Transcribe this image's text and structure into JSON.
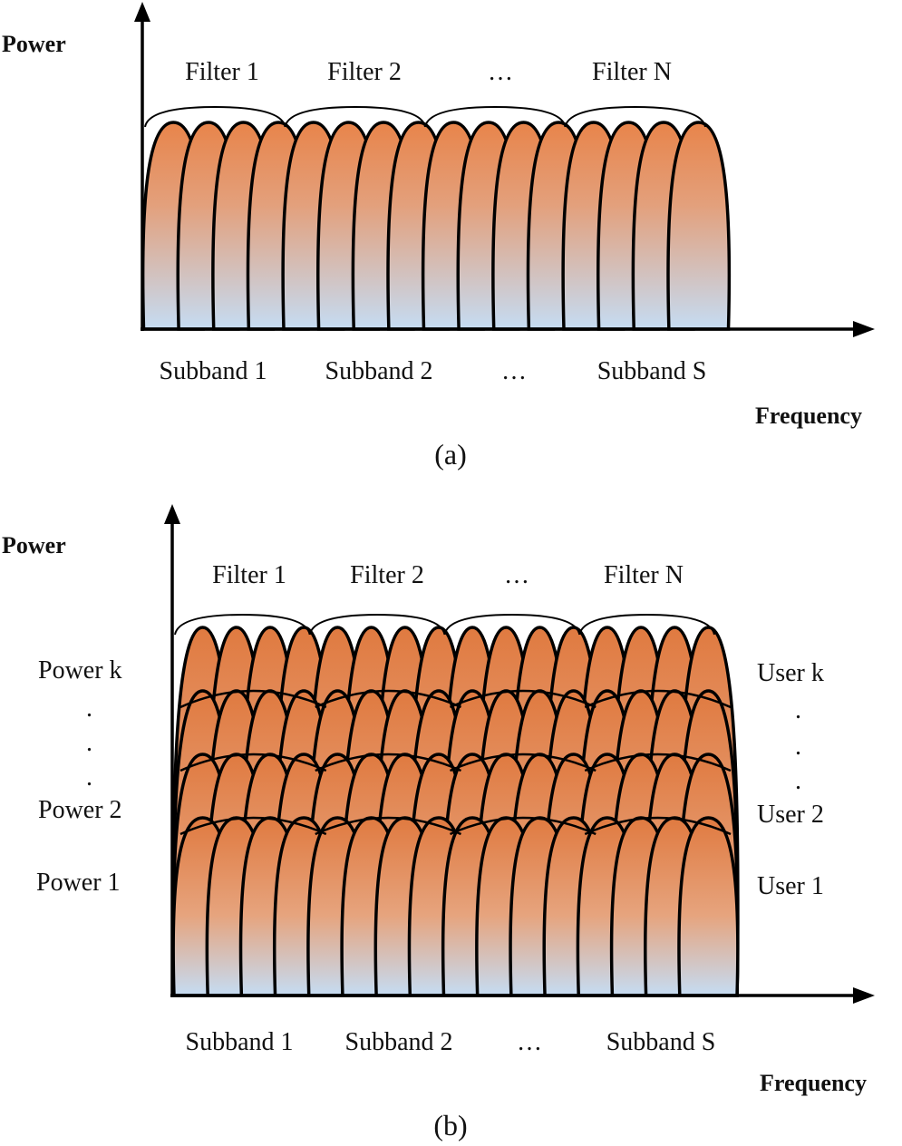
{
  "panels": [
    {
      "id": "a",
      "caption": "(a)",
      "y_axis_label": "Power",
      "x_axis_label": "Frequency",
      "filters": [
        "Filter 1",
        "Filter 2",
        "…",
        "Filter N"
      ],
      "subbands": [
        "Subband 1",
        "Subband 2",
        "…",
        "Subband S"
      ],
      "left_labels": [],
      "right_labels": [],
      "power_layers": 1,
      "lobes_per_filter": 4,
      "filter_groups": 4
    },
    {
      "id": "b",
      "caption": "(b)",
      "y_axis_label": "Power",
      "x_axis_label": "Frequency",
      "filters": [
        "Filter 1",
        "Filter 2",
        "…",
        "Filter N"
      ],
      "subbands": [
        "Subband 1",
        "Subband 2",
        "…",
        "Subband S"
      ],
      "left_labels": [
        "Power k",
        ".",
        ".",
        ".",
        "Power 2",
        "Power 1"
      ],
      "right_labels": [
        "User k",
        ".",
        ".",
        ".",
        "User 2",
        "User 1"
      ],
      "power_layers": 4,
      "lobes_per_filter": 4,
      "filter_groups": 4
    }
  ],
  "colors": {
    "lobe_top": "#e8844a",
    "lobe_bottom": "#c5dcf3",
    "outline": "#000000"
  }
}
